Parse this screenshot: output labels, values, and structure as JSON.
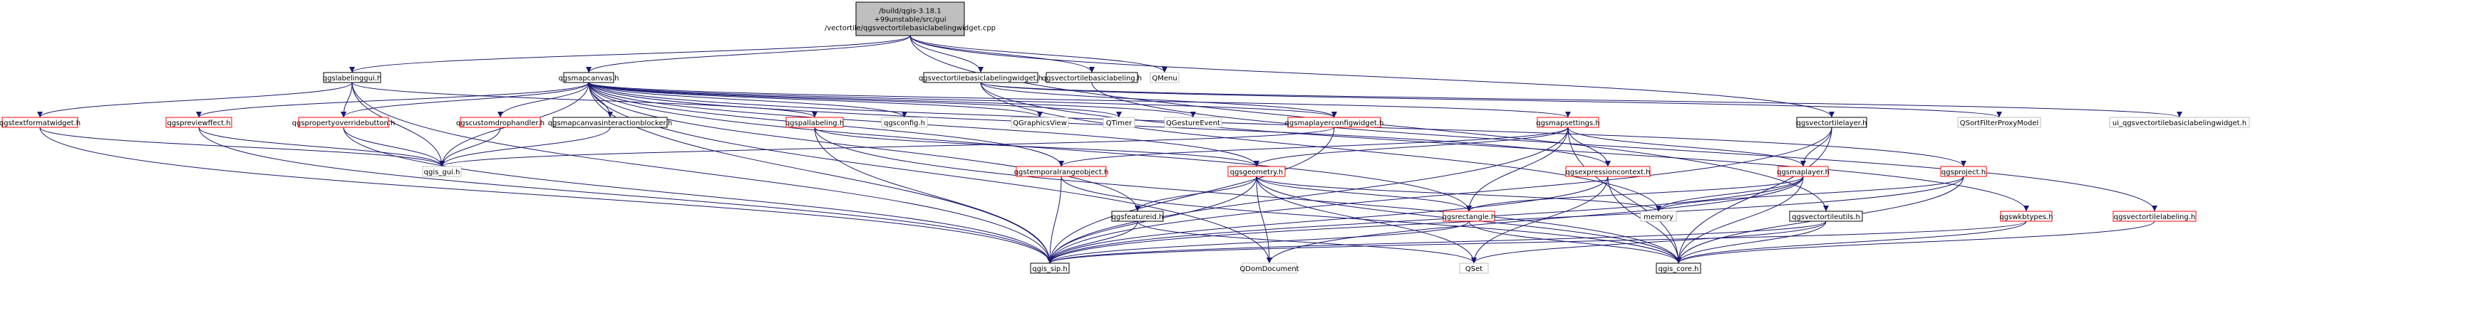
{
  "colors": {
    "edge": "#191970",
    "root_fill": "#bfbfbf",
    "root_border": "#000000",
    "node_fill": "#ffffff",
    "plain_border": "#000000",
    "linked_border": "#ff0000",
    "external_border": "#bfbfbf",
    "text": "#000000"
  },
  "nodes": [
    {
      "id": "root",
      "style": "root",
      "lines": [
        "/build/qgis-3.18.1",
        "+99unstable/src/gui",
        "/vectortile/qgsvectortilebasiclabelingwidget.cpp"
      ]
    },
    {
      "id": "qgslabelinggui",
      "style": "plain",
      "lines": [
        "qgslabelinggui.h"
      ]
    },
    {
      "id": "qgsmapcanvas",
      "style": "plain",
      "lines": [
        "qgsmapcanvas.h"
      ]
    },
    {
      "id": "qgsvectortilebasiclabelingwidget",
      "style": "plain",
      "lines": [
        "qgsvectortilebasiclabelingwidget.h"
      ]
    },
    {
      "id": "qgsvectortilebasiclabeling",
      "style": "plain",
      "lines": [
        "qgsvectortilebasiclabeling.h"
      ]
    },
    {
      "id": "qmenu",
      "style": "external",
      "lines": [
        "QMenu"
      ]
    },
    {
      "id": "qgstextformatwidget",
      "style": "linked",
      "lines": [
        "qgstextformatwidget.h"
      ]
    },
    {
      "id": "qgspreviewffect",
      "style": "linked",
      "lines": [
        "qgspreviewffect.h"
      ]
    },
    {
      "id": "qgspropertyoverridebutton",
      "style": "linked",
      "lines": [
        "qgspropertyoverridebutton.h"
      ]
    },
    {
      "id": "qgscustomdrophandler",
      "style": "linked",
      "lines": [
        "qgscustomdrophandler.h"
      ]
    },
    {
      "id": "qgsmapcanvasinteractionblocker",
      "style": "plain",
      "lines": [
        "qgsmapcanvasinteractionblocker.h"
      ]
    },
    {
      "id": "qgspallabeling",
      "style": "linked",
      "lines": [
        "qgspallabeling.h"
      ]
    },
    {
      "id": "qgsconfig",
      "style": "external",
      "lines": [
        "qgsconfig.h"
      ]
    },
    {
      "id": "qgraphicsview",
      "style": "external",
      "lines": [
        "QGraphicsView"
      ]
    },
    {
      "id": "qtimer",
      "style": "external",
      "lines": [
        "QTimer"
      ]
    },
    {
      "id": "qgestureevent",
      "style": "external",
      "lines": [
        "QGestureEvent"
      ]
    },
    {
      "id": "qgsmaplayerconfigwidget",
      "style": "linked",
      "lines": [
        "qgsmaplayerconfigwidget.h"
      ]
    },
    {
      "id": "qgsmapsettings",
      "style": "linked",
      "lines": [
        "qgsmapsettings.h"
      ]
    },
    {
      "id": "qgsvectortilelayer",
      "style": "plain",
      "lines": [
        "qgsvectortilelayer.h"
      ]
    },
    {
      "id": "qsortfilterproxymodel",
      "style": "external",
      "lines": [
        "QSortFilterProxyModel"
      ]
    },
    {
      "id": "ui_widget",
      "style": "external",
      "lines": [
        "ui_qgsvectortilebasiclabelingwidget.h"
      ]
    },
    {
      "id": "qgis_gui",
      "style": "external",
      "lines": [
        "qgis_gui.h"
      ]
    },
    {
      "id": "qgstemporalrangeobject",
      "style": "linked",
      "lines": [
        "qgstemporalrangeobject.h"
      ]
    },
    {
      "id": "qgsgeometry",
      "style": "linked",
      "lines": [
        "qgsgeometry.h"
      ]
    },
    {
      "id": "qgsexpressioncontext",
      "style": "linked",
      "lines": [
        "qgsexpressioncontext.h"
      ]
    },
    {
      "id": "qgsmaplayer",
      "style": "linked",
      "lines": [
        "qgsmaplayer.h"
      ]
    },
    {
      "id": "qgsproject",
      "style": "linked",
      "lines": [
        "qgsproject.h"
      ]
    },
    {
      "id": "qgswkbtypes",
      "style": "linked",
      "lines": [
        "qgswkbtypes.h"
      ]
    },
    {
      "id": "qgsvectortilelabeling",
      "style": "linked",
      "lines": [
        "qgsvectortilelabeling.h"
      ]
    },
    {
      "id": "memory",
      "style": "external",
      "lines": [
        "memory"
      ]
    },
    {
      "id": "qgsfeatureid",
      "style": "plain",
      "lines": [
        "qgsfeatureid.h"
      ]
    },
    {
      "id": "qgsrectangle",
      "style": "linked",
      "lines": [
        "qgsrectangle.h"
      ]
    },
    {
      "id": "qgsvectortileutils",
      "style": "plain",
      "lines": [
        "qgsvectortileutils.h"
      ]
    },
    {
      "id": "qgis_sip",
      "style": "plain",
      "lines": [
        "qgis_sip.h"
      ]
    },
    {
      "id": "qdomdocument",
      "style": "external",
      "lines": [
        "QDomDocument"
      ]
    },
    {
      "id": "qset",
      "style": "external",
      "lines": [
        "QSet"
      ]
    },
    {
      "id": "qgis_core",
      "style": "plain",
      "lines": [
        "qgis_core.h"
      ]
    }
  ],
  "edges": [
    [
      "root",
      "qgslabelinggui"
    ],
    [
      "root",
      "qgsmapcanvas"
    ],
    [
      "root",
      "qgsvectortilebasiclabelingwidget"
    ],
    [
      "root",
      "qgsvectortilebasiclabeling"
    ],
    [
      "root",
      "qmenu"
    ],
    [
      "root",
      "qgsvectortilelayer"
    ],
    [
      "root",
      "qgsvectortileutils"
    ],
    [
      "qgslabelinggui",
      "qgstextformatwidget"
    ],
    [
      "qgslabelinggui",
      "qgspropertyoverridebutton"
    ],
    [
      "qgslabelinggui",
      "qgspallabeling"
    ],
    [
      "qgslabelinggui",
      "qgis_gui"
    ],
    [
      "qgslabelinggui",
      "qgis_sip"
    ],
    [
      "qgsmapcanvas",
      "qgspreviewffect"
    ],
    [
      "qgsmapcanvas",
      "qgspropertyoverridebutton"
    ],
    [
      "qgsmapcanvas",
      "qgscustomdrophandler"
    ],
    [
      "qgsmapcanvas",
      "qgsmapcanvasinteractionblocker"
    ],
    [
      "qgsmapcanvas",
      "qgsconfig"
    ],
    [
      "qgsmapcanvas",
      "qgraphicsview"
    ],
    [
      "qgsmapcanvas",
      "qtimer"
    ],
    [
      "qgsmapcanvas",
      "qgestureevent"
    ],
    [
      "qgsmapcanvas",
      "qgsmaplayerconfigwidget"
    ],
    [
      "qgsmapcanvas",
      "qgsmapsettings"
    ],
    [
      "qgsmapcanvas",
      "qgsproject"
    ],
    [
      "qgsmapcanvas",
      "qgis_gui"
    ],
    [
      "qgsmapcanvas",
      "qgis_sip"
    ],
    [
      "qgsmapcanvas",
      "qgstemporalrangeobject"
    ],
    [
      "qgsmapcanvas",
      "qgsgeometry"
    ],
    [
      "qgsmapcanvas",
      "qgsexpressioncontext"
    ],
    [
      "qgsmapcanvas",
      "qgsfeatureid"
    ],
    [
      "qgsmapcanvas",
      "qgsrectangle"
    ],
    [
      "qgsmapcanvas",
      "qdomdocument"
    ],
    [
      "qgsvectortilebasiclabelingwidget",
      "qgsmaplayerconfigwidget"
    ],
    [
      "qgsvectortilebasiclabelingwidget",
      "qsortfilterproxymodel"
    ],
    [
      "qgsvectortilebasiclabelingwidget",
      "ui_widget"
    ],
    [
      "qgsvectortilebasiclabelingwidget",
      "memory"
    ],
    [
      "qgsvectortilebasiclabelingwidget",
      "qgswkbtypes"
    ],
    [
      "qgsvectortilebasiclabeling",
      "qgsvectortilelabeling"
    ],
    [
      "qgstextformatwidget",
      "qgis_gui"
    ],
    [
      "qgstextformatwidget",
      "qgis_sip"
    ],
    [
      "qgspreviewffect",
      "qgis_gui"
    ],
    [
      "qgspreviewffect",
      "qgis_sip"
    ],
    [
      "qgspropertyoverridebutton",
      "qgis_gui"
    ],
    [
      "qgspropertyoverridebutton",
      "qgis_sip"
    ],
    [
      "qgscustomdrophandler",
      "qgis_gui"
    ],
    [
      "qgsmapcanvasinteractionblocker",
      "qgis_gui"
    ],
    [
      "qgspallabeling",
      "qgis_sip"
    ],
    [
      "qgspallabeling",
      "qgis_core"
    ],
    [
      "qgspallabeling",
      "qgsgeometry"
    ],
    [
      "qgsmaplayerconfigwidget",
      "qgis_gui"
    ],
    [
      "qgsmaplayerconfigwidget",
      "qgis_sip"
    ],
    [
      "qgsmapsettings",
      "qgstemporalrangeobject"
    ],
    [
      "qgsmapsettings",
      "qgsgeometry"
    ],
    [
      "qgsmapsettings",
      "qgsexpressioncontext"
    ],
    [
      "qgsmapsettings",
      "qgsmaplayer"
    ],
    [
      "qgsmapsettings",
      "qgsrectangle"
    ],
    [
      "qgsmapsettings",
      "qgis_core"
    ],
    [
      "qgsmapsettings",
      "qgis_sip"
    ],
    [
      "qgsvectortilelayer",
      "qgsmaplayer"
    ],
    [
      "qgsvectortilelayer",
      "qgis_core"
    ],
    [
      "qgsvectortilelayer",
      "qgis_sip"
    ],
    [
      "qgstemporalrangeobject",
      "qgis_sip"
    ],
    [
      "qgstemporalrangeobject",
      "qgis_core"
    ],
    [
      "qgsgeometry",
      "qgsfeatureid"
    ],
    [
      "qgsgeometry",
      "qgsrectangle"
    ],
    [
      "qgsgeometry",
      "qgis_sip"
    ],
    [
      "qgsgeometry",
      "qgis_core"
    ],
    [
      "qgsgeometry",
      "memory"
    ],
    [
      "qgsgeometry",
      "qset"
    ],
    [
      "qgsgeometry",
      "qdomdocument"
    ],
    [
      "qgsexpressioncontext",
      "qgis_core"
    ],
    [
      "qgsexpressioncontext",
      "qgis_sip"
    ],
    [
      "qgsexpressioncontext",
      "qset"
    ],
    [
      "qgsmaplayer",
      "qgsrectangle"
    ],
    [
      "qgsmaplayer",
      "qgis_core"
    ],
    [
      "qgsmaplayer",
      "qgis_sip"
    ],
    [
      "qgsmaplayer",
      "memory"
    ],
    [
      "qgsmaplayer",
      "qdomdocument"
    ],
    [
      "qgsproject",
      "memory"
    ],
    [
      "qgsproject",
      "qgis_core"
    ],
    [
      "qgsproject",
      "qgis_sip"
    ],
    [
      "qgswkbtypes",
      "qgis_core"
    ],
    [
      "qgswkbtypes",
      "qgis_sip"
    ],
    [
      "qgsvectortilelabeling",
      "qgis_core"
    ],
    [
      "qgsfeatureid",
      "qgis_sip"
    ],
    [
      "qgsfeatureid",
      "qset"
    ],
    [
      "qgsrectangle",
      "qgis_core"
    ],
    [
      "qgsrectangle",
      "qgis_sip"
    ],
    [
      "qgsvectortileutils",
      "qgis_core"
    ],
    [
      "qgsvectortileutils",
      "qgis_sip"
    ],
    [
      "qgsvectortileutils",
      "qset"
    ]
  ]
}
